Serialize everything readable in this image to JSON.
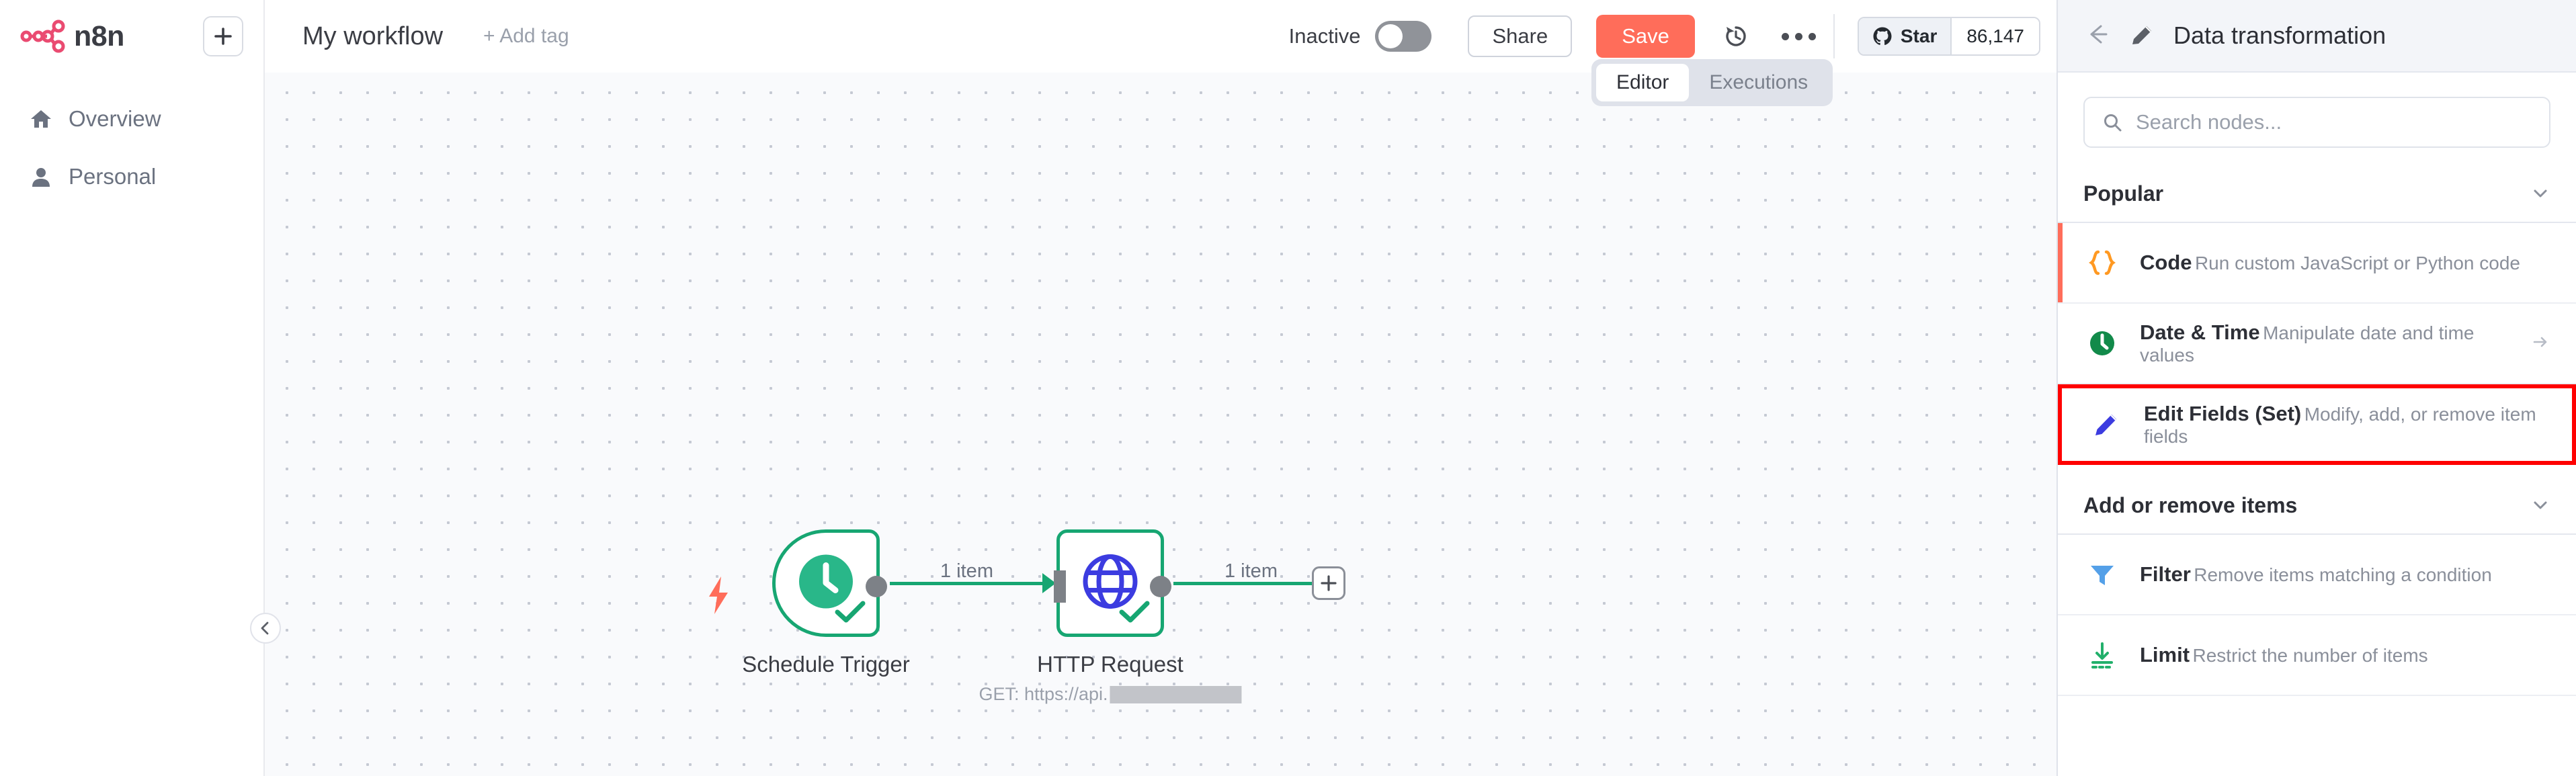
{
  "sidebar": {
    "logo_text": "n8n",
    "add_button_icon": "plus-icon",
    "items": [
      {
        "label": "Overview",
        "icon": "home-icon"
      },
      {
        "label": "Personal",
        "icon": "user-icon"
      }
    ],
    "collapse_icon": "chevron-left-icon"
  },
  "topbar": {
    "workflow_title": "My workflow",
    "add_tag": "+ Add tag",
    "active_state_label": "Inactive",
    "toggle_state": "off",
    "share_label": "Share",
    "save_label": "Save",
    "history_icon": "history-icon",
    "more_icon": "ellipsis-icon",
    "github": {
      "star_label": "Star",
      "star_count": "86,147",
      "icon": "github-icon"
    }
  },
  "tabs": [
    {
      "label": "Editor",
      "active": true
    },
    {
      "label": "Executions",
      "active": false
    }
  ],
  "canvas": {
    "nodes": [
      {
        "name": "Schedule Trigger",
        "subtitle": "",
        "icon": "clock-icon",
        "shape": "trigger",
        "status": "success"
      },
      {
        "name": "HTTP Request",
        "subtitle": "GET: https://api.",
        "icon": "globe-icon",
        "shape": "normal",
        "status": "success"
      }
    ],
    "connections": [
      {
        "label": "1 item",
        "from": "Schedule Trigger",
        "to": "HTTP Request"
      },
      {
        "label": "1 item",
        "from": "HTTP Request",
        "to": "add-node"
      }
    ],
    "add_node_icon": "plus-icon",
    "trigger_bolt_icon": "lightning-bolt-icon"
  },
  "panel": {
    "back_icon": "arrow-left-icon",
    "title_icon": "pencil-icon",
    "title": "Data transformation",
    "search_placeholder": "Search nodes...",
    "search_value": "",
    "search_icon": "search-icon",
    "sections": [
      {
        "title": "Popular",
        "chevron": "chevron-down-icon",
        "items": [
          {
            "name": "Code",
            "description": "Run custom JavaScript or Python code",
            "icon": "code-braces-icon",
            "accent": true,
            "arrow": false,
            "selected": false
          },
          {
            "name": "Date & Time",
            "description": "Manipulate date and time values",
            "icon": "clock-icon",
            "accent": false,
            "arrow": true,
            "selected": false
          },
          {
            "name": "Edit Fields (Set)",
            "description": "Modify, add, or remove item fields",
            "icon": "pencil-icon",
            "accent": false,
            "arrow": false,
            "selected": true
          }
        ]
      },
      {
        "title": "Add or remove items",
        "chevron": "chevron-down-icon",
        "items": [
          {
            "name": "Filter",
            "description": "Remove items matching a condition",
            "icon": "funnel-icon",
            "accent": false,
            "arrow": false,
            "selected": false
          },
          {
            "name": "Limit",
            "description": "Restrict the number of items",
            "icon": "limit-arrow-icon",
            "accent": false,
            "arrow": false,
            "selected": false
          }
        ]
      }
    ]
  },
  "colors": {
    "brand_pink": "#ea4b71",
    "save_orange": "#ff6d5a",
    "node_green": "#17a672",
    "selection_red": "#ff0000",
    "code_orange": "#ff9922",
    "set_blue": "#3c3ce0",
    "filter_blue": "#54a0e8",
    "limit_green": "#22b06b",
    "clock_green": "#128a4a"
  }
}
